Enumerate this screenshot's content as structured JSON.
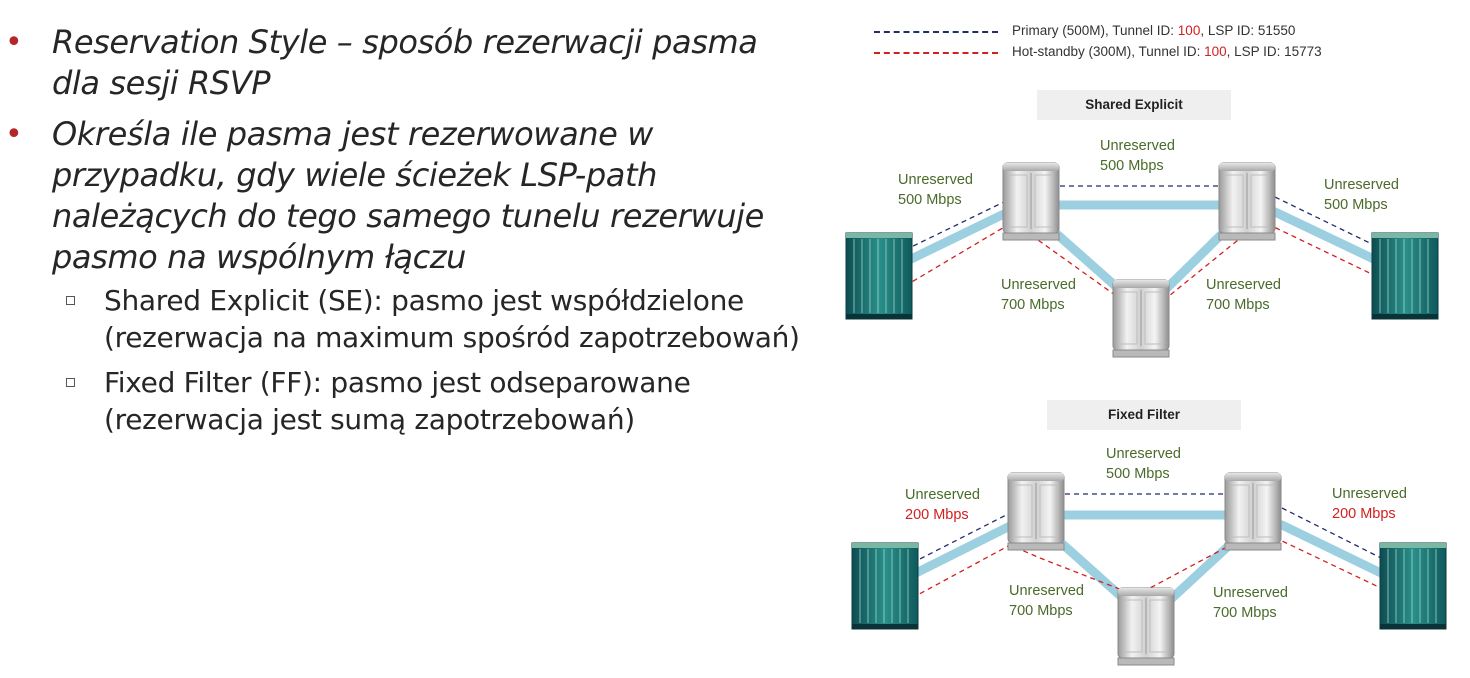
{
  "bullets": [
    {
      "text": "Reservation Style – sposób rezerwacji pasma dla sesji RSVP"
    },
    {
      "text": "Określa ile pasma jest rezerwowane w przypadku, gdy wiele ścieżek LSP-path należących do tego samego tunelu rezerwuje pasmo na wspólnym łączu"
    }
  ],
  "sub_bullets": [
    {
      "text": "Shared Explicit (SE):  pasmo jest współdzielone (rezerwacja na maximum spośród zapotrzebowań)"
    },
    {
      "text": "Fixed Filter (FF):  pasmo jest odseparowane (rezerwacja jest sumą zapotrzebowań)"
    }
  ],
  "legend": {
    "primary": {
      "prefix": "Primary (500M), Tunnel ID: ",
      "tunnel_id": "100",
      "suffix": ", LSP ID: 51550"
    },
    "standby": {
      "prefix": "Hot-standby (300M), Tunnel ID: ",
      "tunnel_id": "100",
      "suffix": ", LSP ID: 15773"
    }
  },
  "colors": {
    "primary_line": "#1f2d6b",
    "standby_line": "#d21f1f",
    "link": "#9ccfe0",
    "label_green": "#4a6a2a",
    "bullet_dot": "#b5262b"
  },
  "diagram_se": {
    "title": "Shared Explicit",
    "label_word": "Unreserved",
    "left_value": "500 Mbps",
    "top_value": "500 Mbps",
    "right_value": "500 Mbps",
    "bottom_left_value": "700 Mbps",
    "bottom_right_value": "700 Mbps"
  },
  "diagram_ff": {
    "title": "Fixed Filter",
    "label_word": "Unreserved",
    "left_value": "200 Mbps",
    "top_value": "500 Mbps",
    "right_value": "200 Mbps",
    "bottom_left_value": "700 Mbps",
    "bottom_right_value": "700 Mbps"
  }
}
